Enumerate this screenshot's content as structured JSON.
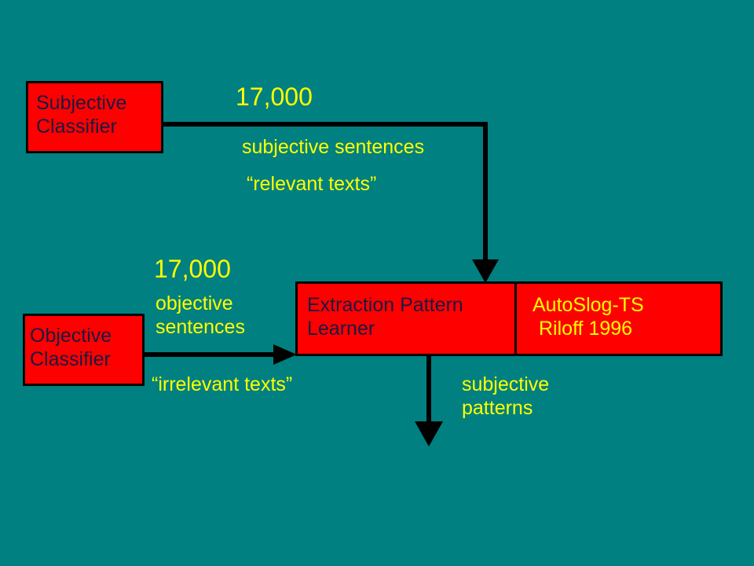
{
  "boxes": {
    "subjective_classifier": [
      "Subjective",
      "Classifier"
    ],
    "objective_classifier": [
      "Objective",
      "Classifier"
    ],
    "extraction_learner": [
      "Extraction Pattern",
      "Learner"
    ],
    "autoslog": [
      "AutoSlog-TS",
      "Riloff 1996"
    ]
  },
  "labels": {
    "subjective_count": "17,000",
    "subjective_sentences": "subjective sentences",
    "relevant_texts": "“relevant texts”",
    "objective_count": "17,000",
    "objective_sentences": [
      "objective",
      "sentences"
    ],
    "irrelevant_texts": "“irrelevant texts”",
    "subjective_patterns": [
      "subjective",
      "patterns"
    ]
  },
  "colors": {
    "background": "#008080",
    "box_fill": "#ff0000",
    "label_text": "#ffff00",
    "box_text": "#1a1a40",
    "arrow": "#000000"
  }
}
